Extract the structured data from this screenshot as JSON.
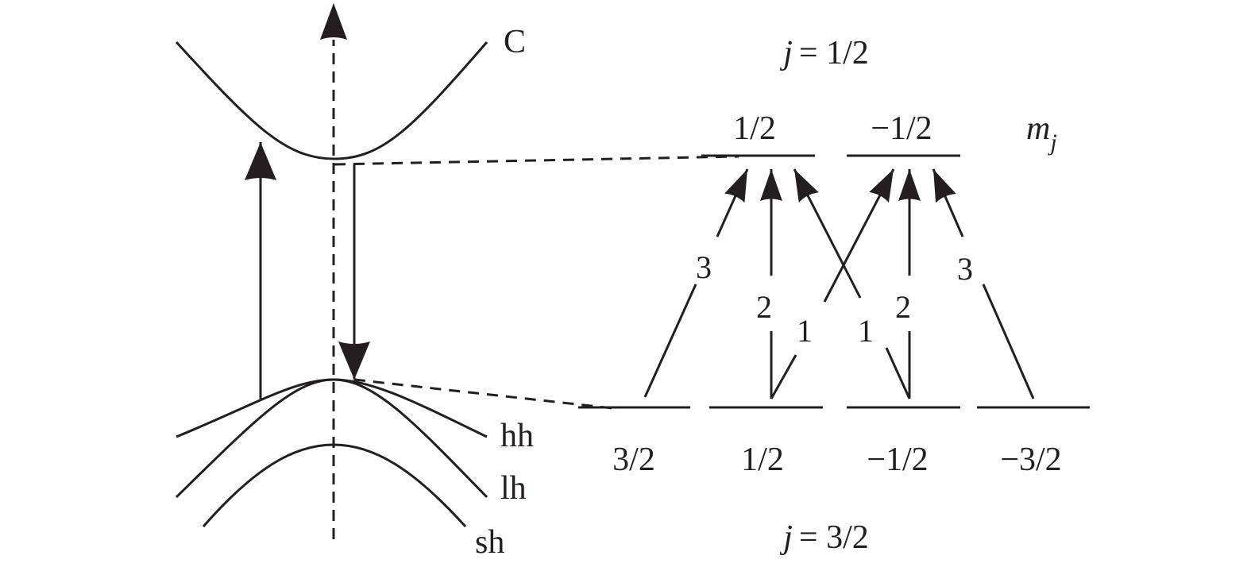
{
  "bands": {
    "conduction": "C",
    "heavy_hole": "hh",
    "light_hole": "lh",
    "split_off": "sh"
  },
  "upper_manifold": {
    "j_label": "j",
    "j_value": "= 1/2",
    "mj_label": "m",
    "mj_sub": "j",
    "levels": [
      "1/2",
      "−1/2"
    ]
  },
  "lower_manifold": {
    "j_label": "j",
    "j_value": "= 3/2",
    "levels": [
      "3/2",
      "1/2",
      "−1/2",
      "−3/2"
    ]
  },
  "transitions": [
    {
      "from": "3/2",
      "to": "1/2",
      "strength": "3"
    },
    {
      "from": "1/2",
      "to": "1/2",
      "strength": "2"
    },
    {
      "from": "1/2",
      "to": "−1/2",
      "strength": "1"
    },
    {
      "from": "−1/2",
      "to": "1/2",
      "strength": "1"
    },
    {
      "from": "−1/2",
      "to": "−1/2",
      "strength": "2"
    },
    {
      "from": "−3/2",
      "to": "−1/2",
      "strength": "3"
    }
  ]
}
